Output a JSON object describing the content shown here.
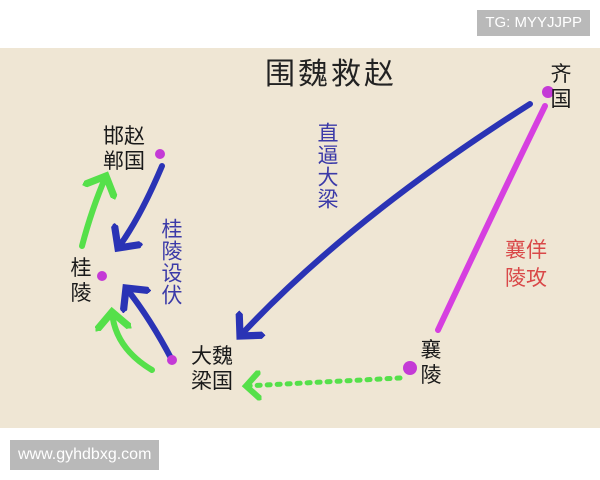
{
  "watermarks": {
    "top": "TG: MYYJJPP",
    "bottom": "www.gyhdbxg.com"
  },
  "map": {
    "title": "围魏救赵",
    "places": {
      "qi": "齐\n国",
      "handan": "邯赵\n郸国",
      "guiling": "桂\n陵",
      "daliang": "大魏\n梁国",
      "xiangling": "襄\n陵"
    },
    "annotations": {
      "zhibi": "直逼大梁",
      "sheFu": "桂陵设伏",
      "yangGong": "襄佯陵攻"
    },
    "colors": {
      "background": "#efe6d4",
      "blue_route": "#2a33b5",
      "green_route": "#55e04a",
      "magenta_route": "#d63fe0",
      "city_dot": "#c43ad6"
    }
  }
}
